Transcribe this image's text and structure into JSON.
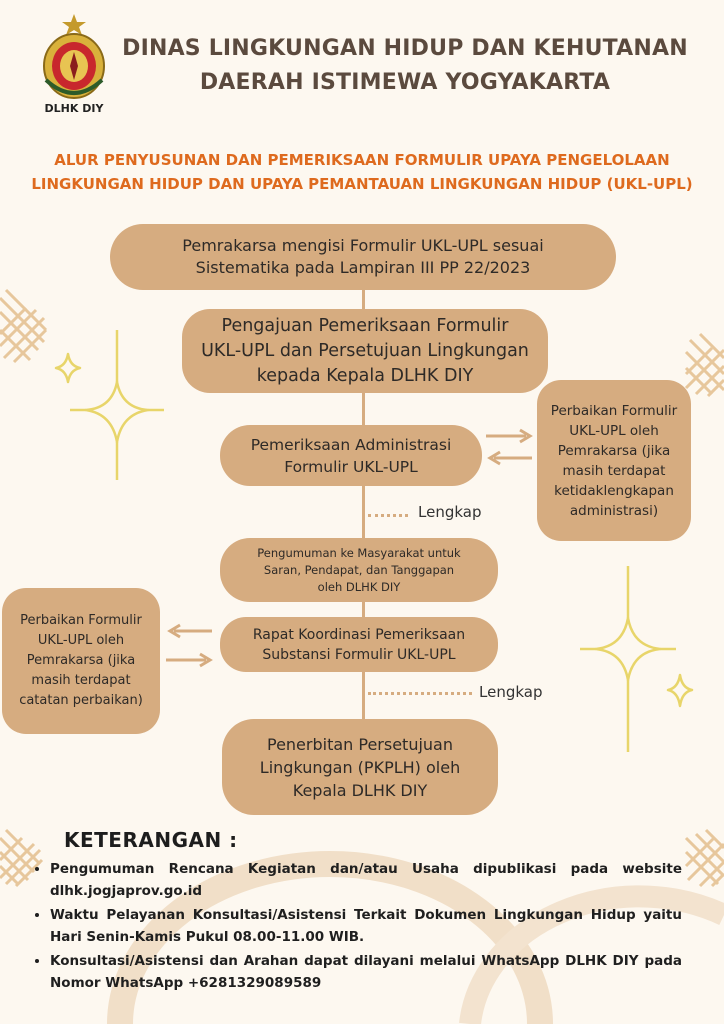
{
  "header": {
    "line1": "DINAS LINGKUNGAN HIDUP DAN KEHUTANAN",
    "line2": "DAERAH ISTIMEWA YOGYAKARTA",
    "logo_caption": "DLHK DIY"
  },
  "subtitle": {
    "line1": "ALUR PENYUSUNAN DAN PEMERIKSAAN FORMULIR UPAYA PENGELOLAAN",
    "line2": "LINGKUNGAN HIDUP DAN UPAYA PEMANTAUAN LINGKUNGAN HIDUP (UKL-UPL)"
  },
  "flow": {
    "step1": "Pemrakarsa mengisi Formulir UKL-UPL sesuai Sistematika pada Lampiran III PP 22/2023",
    "step2": "Pengajuan Pemeriksaan Formulir UKL-UPL dan Persetujuan Lingkungan kepada Kepala DLHK DIY",
    "step3": "Pemeriksaan Administrasi Formulir UKL-UPL",
    "step4": "Pengumuman ke Masyarakat untuk Saran, Pendapat, dan Tanggapan oleh DLHK DIY",
    "step5": "Rapat Koordinasi Pemeriksaan Substansi Formulir UKL-UPL",
    "step6": "Penerbitan Persetujuan Lingkungan (PKPLH) oleh Kepala DLHK DIY",
    "side_right": "Perbaikan Formulir UKL-UPL oleh Pemrakarsa (jika masih terdapat ketidaklengkapan administrasi)",
    "side_left": "Perbaikan Formulir UKL-UPL oleh Pemrakarsa (jika masih terdapat catatan perbaikan)",
    "lengkap1": "Lengkap",
    "lengkap2": "Lengkap"
  },
  "notes": {
    "title": "KETERANGAN :",
    "items": [
      "Pengumuman Rencana Kegiatan dan/atau Usaha dipublikasi pada website dlhk.jogjaprov.go.id",
      "Waktu Pelayanan Konsultasi/Asistensi Terkait Dokumen Lingkungan Hidup yaitu Hari Senin-Kamis Pukul 08.00-11.00 WIB.",
      "Konsultasi/Asistensi dan Arahan dapat dilayani melalui WhatsApp DLHK DIY pada Nomor WhatsApp +6281329089589"
    ]
  },
  "colors": {
    "box": "#d6ac80",
    "header_text": "#5b4a3e",
    "subtitle_text": "#de6a1e",
    "background": "#fdf8f0",
    "sparkle": "#e8d56a"
  }
}
